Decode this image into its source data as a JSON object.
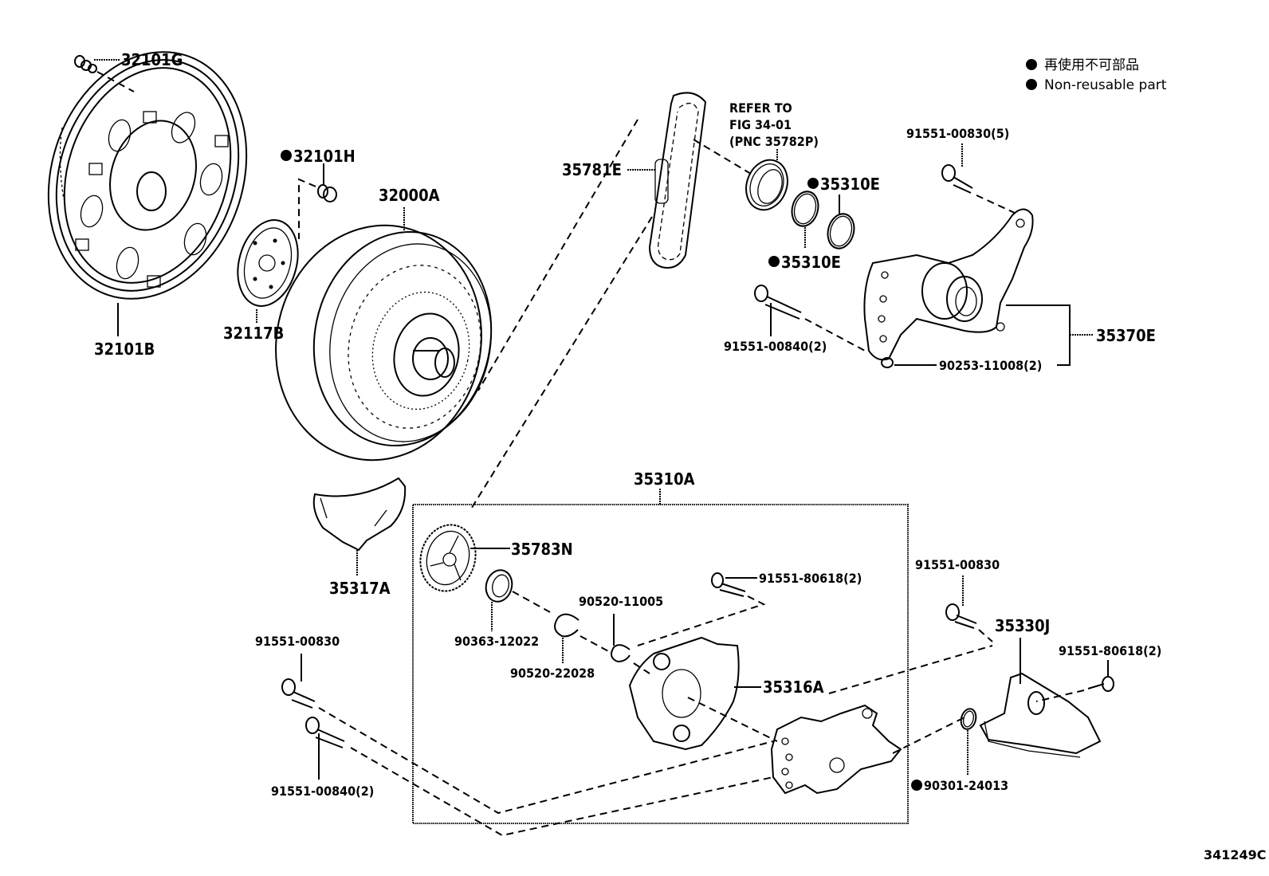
{
  "diagram": {
    "figure_id": "341249C",
    "legend": {
      "marker": "●",
      "line1": "再使用不可部品",
      "line2": "Non-reusable part"
    },
    "reference_note": {
      "line1": "REFER TO",
      "line2": "FIG 34-01",
      "line3": "(PNC 35782P)"
    },
    "callouts": [
      {
        "id": "c1",
        "text": "32101G",
        "non_reusable": false
      },
      {
        "id": "c2",
        "text": "32101H",
        "non_reusable": true
      },
      {
        "id": "c3",
        "text": "32000A",
        "non_reusable": false
      },
      {
        "id": "c4",
        "text": "32101B",
        "non_reusable": false
      },
      {
        "id": "c5",
        "text": "32117B",
        "non_reusable": false
      },
      {
        "id": "c6",
        "text": "35781E",
        "non_reusable": false
      },
      {
        "id": "c7",
        "text": "35310E",
        "non_reusable": true
      },
      {
        "id": "c8",
        "text": "35310E",
        "non_reusable": true
      },
      {
        "id": "c9",
        "text": "91551-00830(5)",
        "non_reusable": false
      },
      {
        "id": "c10",
        "text": "91551-00840(2)",
        "non_reusable": false
      },
      {
        "id": "c11",
        "text": "35370E",
        "non_reusable": false
      },
      {
        "id": "c12",
        "text": "90253-11008(2)",
        "non_reusable": false
      },
      {
        "id": "c13",
        "text": "35317A",
        "non_reusable": false
      },
      {
        "id": "c14",
        "text": "35310A",
        "non_reusable": false
      },
      {
        "id": "c15",
        "text": "35783N",
        "non_reusable": false
      },
      {
        "id": "c16",
        "text": "91551-80618(2)",
        "non_reusable": false
      },
      {
        "id": "c17",
        "text": "90520-11005",
        "non_reusable": false
      },
      {
        "id": "c18",
        "text": "90363-12022",
        "non_reusable": false
      },
      {
        "id": "c19",
        "text": "90520-22028",
        "non_reusable": false
      },
      {
        "id": "c20",
        "text": "35316A",
        "non_reusable": false
      },
      {
        "id": "c21",
        "text": "91551-00830",
        "non_reusable": false
      },
      {
        "id": "c22",
        "text": "35330J",
        "non_reusable": false
      },
      {
        "id": "c23",
        "text": "91551-80618(2)",
        "non_reusable": false
      },
      {
        "id": "c24",
        "text": "91551-00830",
        "non_reusable": false
      },
      {
        "id": "c25",
        "text": "91551-00840(2)",
        "non_reusable": false
      },
      {
        "id": "c26",
        "text": "90301-24013",
        "non_reusable": true
      }
    ]
  }
}
